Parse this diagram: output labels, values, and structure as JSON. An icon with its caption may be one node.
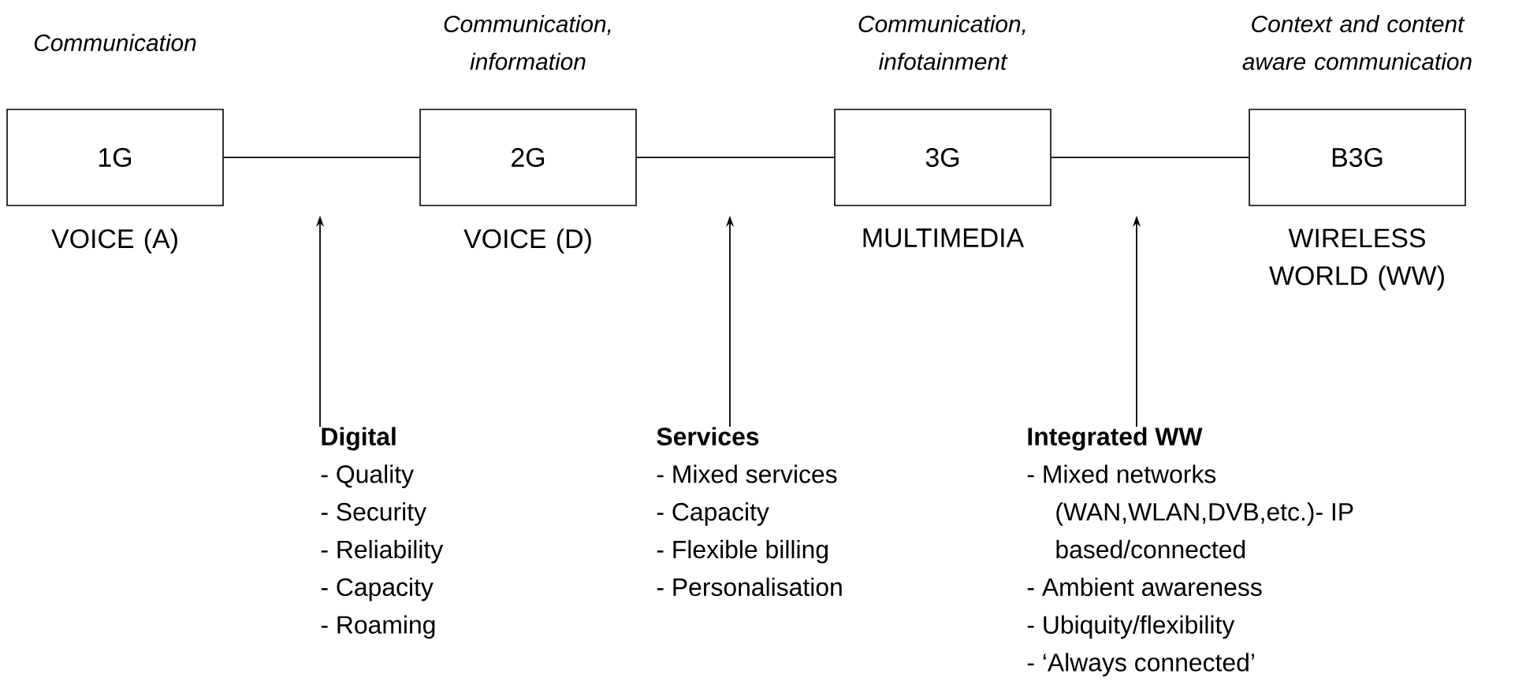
{
  "diagram": {
    "nodes": [
      {
        "text": [
          "1G"
        ],
        "beside": [
          "Communication",
          "VOICE (A)"
        ]
      },
      {
        "text": [
          "2G"
        ],
        "beside": [
          "Communication, information",
          "VOICE (D)"
        ]
      },
      {
        "text": [
          "3G"
        ],
        "beside": [
          "Communication, infotainment",
          "MULTIMEDIA"
        ]
      },
      {
        "text": [
          "B3G"
        ],
        "beside": [
          "Context and content aware communication",
          "WIRELESS WORLD (WW)"
        ]
      },
      {
        "text": [
          "Digital",
          "- Quality",
          "- Security",
          "- Reliability",
          "- Capacity",
          "- Roaming"
        ]
      },
      {
        "text": [
          "Services",
          "- Mixed services",
          "- Capacity",
          "- Flexible billing",
          "- Personalisation"
        ]
      },
      {
        "text": [
          "Integrated WW",
          "- Mixed networks (WAN,WLAN,DVB,etc.)- IP based/connected",
          "- Ambient awareness",
          "- Ubiquity/flexibility",
          "- ‘Always connected’"
        ]
      }
    ],
    "edges": [
      {
        "from": 0,
        "to": 1,
        "arrow": "none"
      },
      {
        "from": 1,
        "to": 2,
        "arrow": "none"
      },
      {
        "from": 2,
        "to": 3,
        "arrow": "none"
      },
      {
        "from": 4,
        "to": null,
        "arrow": "to"
      },
      {
        "from": 5,
        "to": null,
        "arrow": "to"
      },
      {
        "from": 6,
        "to": null,
        "arrow": "to"
      }
    ]
  }
}
